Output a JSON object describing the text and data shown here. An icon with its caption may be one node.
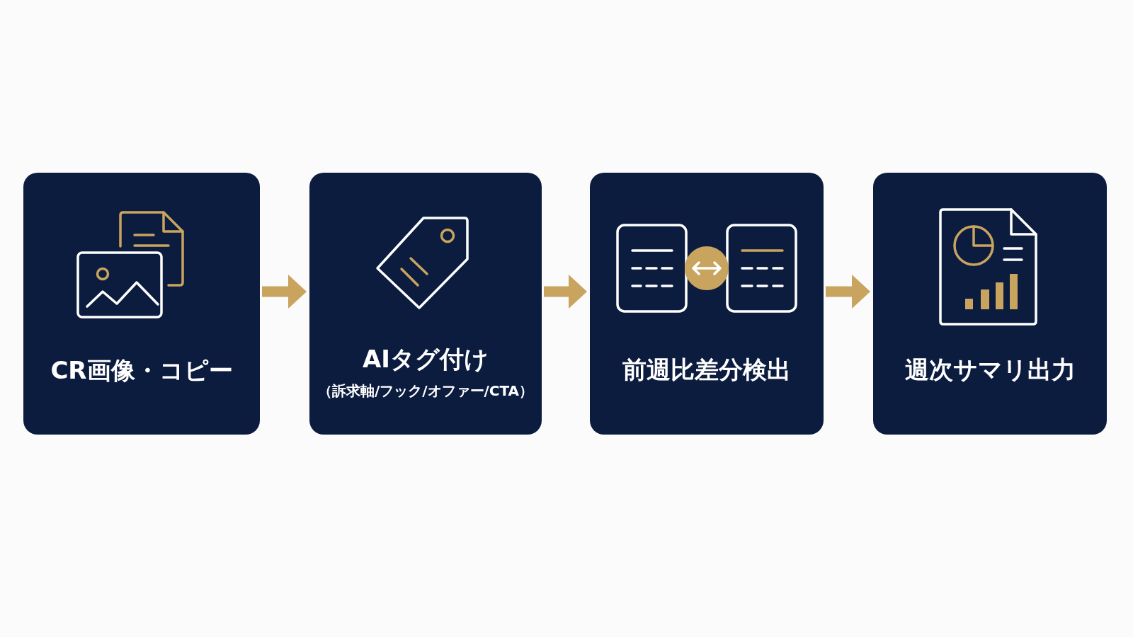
{
  "diagram": {
    "nodes": [
      {
        "text": [
          "CR画像・コピー"
        ]
      },
      {
        "text": [
          "AIタグ付け",
          "（訴求軸/フック/オファー/CTA）"
        ]
      },
      {
        "text": [
          "前週比差分検出"
        ]
      },
      {
        "text": [
          "週次サマリ出力"
        ]
      }
    ],
    "edges": [
      {
        "from": 0,
        "to": 1,
        "arrow": "to"
      },
      {
        "from": 1,
        "to": 2,
        "arrow": "to"
      },
      {
        "from": 2,
        "to": 3,
        "arrow": "to"
      }
    ]
  }
}
